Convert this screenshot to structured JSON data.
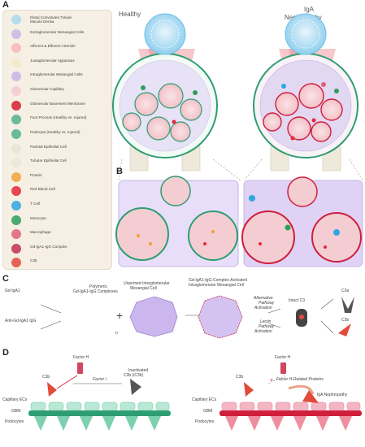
{
  "panel_letters": {
    "a": "A",
    "b": "B",
    "c": "C",
    "d": "D"
  },
  "headers": {
    "healthy": "Healthy",
    "iga_line1": "IgA",
    "iga_line2": "Nephropathy"
  },
  "legend": {
    "items": [
      {
        "label": "Distal Convoluted Tubule",
        "label2": "Macula Densa",
        "icon": "tubule-icon",
        "color": "#a9d8ee"
      },
      {
        "label": "Extraglomerular Mesangial Cells",
        "icon": "extraglomerular-mesangial-icon",
        "color": "#c9b6e6"
      },
      {
        "label": "Afferent & Efferent Arteriole",
        "icon": "arteriole-icon",
        "color": "#f4b7b7"
      },
      {
        "label": "Juxtaglomerular Apparatus",
        "icon": "juxtaglomerular-icon",
        "color": "#f3e9c9"
      },
      {
        "label": "Intraglomerular Mesangial Cells",
        "icon": "intraglomerular-mesangial-icon",
        "color": "#c7b3e8"
      },
      {
        "label": "Glomerular Capillary",
        "icon": "capillary-icon",
        "color": "#f6c9cf"
      },
      {
        "label": "Glomerular Basement Membrane",
        "icon": "basement-membrane-icon",
        "color": "#d6202e"
      },
      {
        "label": "Foot Process (Healthy vs. Injured)",
        "icon": "foot-process-icon",
        "color": "#4cb38d"
      },
      {
        "label": "Podocyte (Healthy vs. Injured)",
        "icon": "podocyte-icon",
        "color": "#4cb38d"
      },
      {
        "label": "Parietal Epithelial Cell",
        "icon": "parietal-epithelial-icon",
        "color": "#e9e5d6"
      },
      {
        "label": "Tubular Epithelial Cell",
        "icon": "tubular-epithelial-icon",
        "color": "#eae6d8"
      },
      {
        "label": "Protein",
        "icon": "protein-icon",
        "color": "#f2a23a"
      },
      {
        "label": "Red Blood Cell",
        "icon": "red-blood-cell-icon",
        "color": "#e5283a"
      },
      {
        "label": "T Cell",
        "icon": "t-cell-icon",
        "color": "#2fa6e0"
      },
      {
        "label": "Monocyte",
        "icon": "monocyte-icon",
        "color": "#2e9d5c"
      },
      {
        "label": "Macrophage",
        "icon": "macrophage-icon",
        "color": "#e0607a"
      },
      {
        "label": "Gd-IgA1-IgG Complex",
        "icon": "immune-complex-icon",
        "color": "#c03050"
      },
      {
        "label": "C3b",
        "icon": "c3b-icon",
        "color": "#e24a3b"
      }
    ]
  },
  "panel_c": {
    "gd_iga": "Gd-IgA1",
    "anti_gd": "Anti-Gd-IgA1 IgG",
    "polymeric_line1": "Polymeric",
    "polymeric_line2": "Gd-IgA1-IgG Complexes",
    "n_sub": "n",
    "plus": "+",
    "unprimed_line1": "Unprimed Intraglomerular",
    "unprimed_line2": "Mesangial Cell",
    "activated_line1": "Gd-IgA1-IgG-Complex-Activated",
    "activated_line2": "Intraglomerular Mesangial Cell",
    "alt_line1": "Alternative",
    "alt_line2": "Pathway",
    "alt_line3": "Activation",
    "lectin_line1": "Lectin",
    "lectin_line2": "Pathway",
    "lectin_line3": "Activation",
    "intact_c3": "Intact C3",
    "c3a": "C3a",
    "c3b": "C3b"
  },
  "panel_d": {
    "factor_h_left": "Factor H",
    "c3b_left": "C3b",
    "factor_i": "Factor I",
    "inactivated_line1": "Inactivated",
    "inactivated_line2": "C3b (iC3b)",
    "cap_ecs_left": "Capillary ECs",
    "gbm_left": "GBM",
    "podocytes_left": "Podocytes",
    "factor_h_right": "Factor H",
    "c3b_right": "C3b",
    "fhr": "Factor H-Related Proteins",
    "iga_label": "IgA Nephropathy",
    "cap_ecs_right": "Capillary ECs",
    "gbm_right": "GBM",
    "podocytes_right": "Podocytes"
  },
  "colors": {
    "healthy_gbm": "#2e9d72",
    "disease_gbm": "#d01e3c",
    "tubule_blue": "#a8dcf2",
    "arteriole_pink": "#f6b9bd",
    "mesangial_purple": "#d2c3ee",
    "legend_bg": "#f6efe3"
  }
}
